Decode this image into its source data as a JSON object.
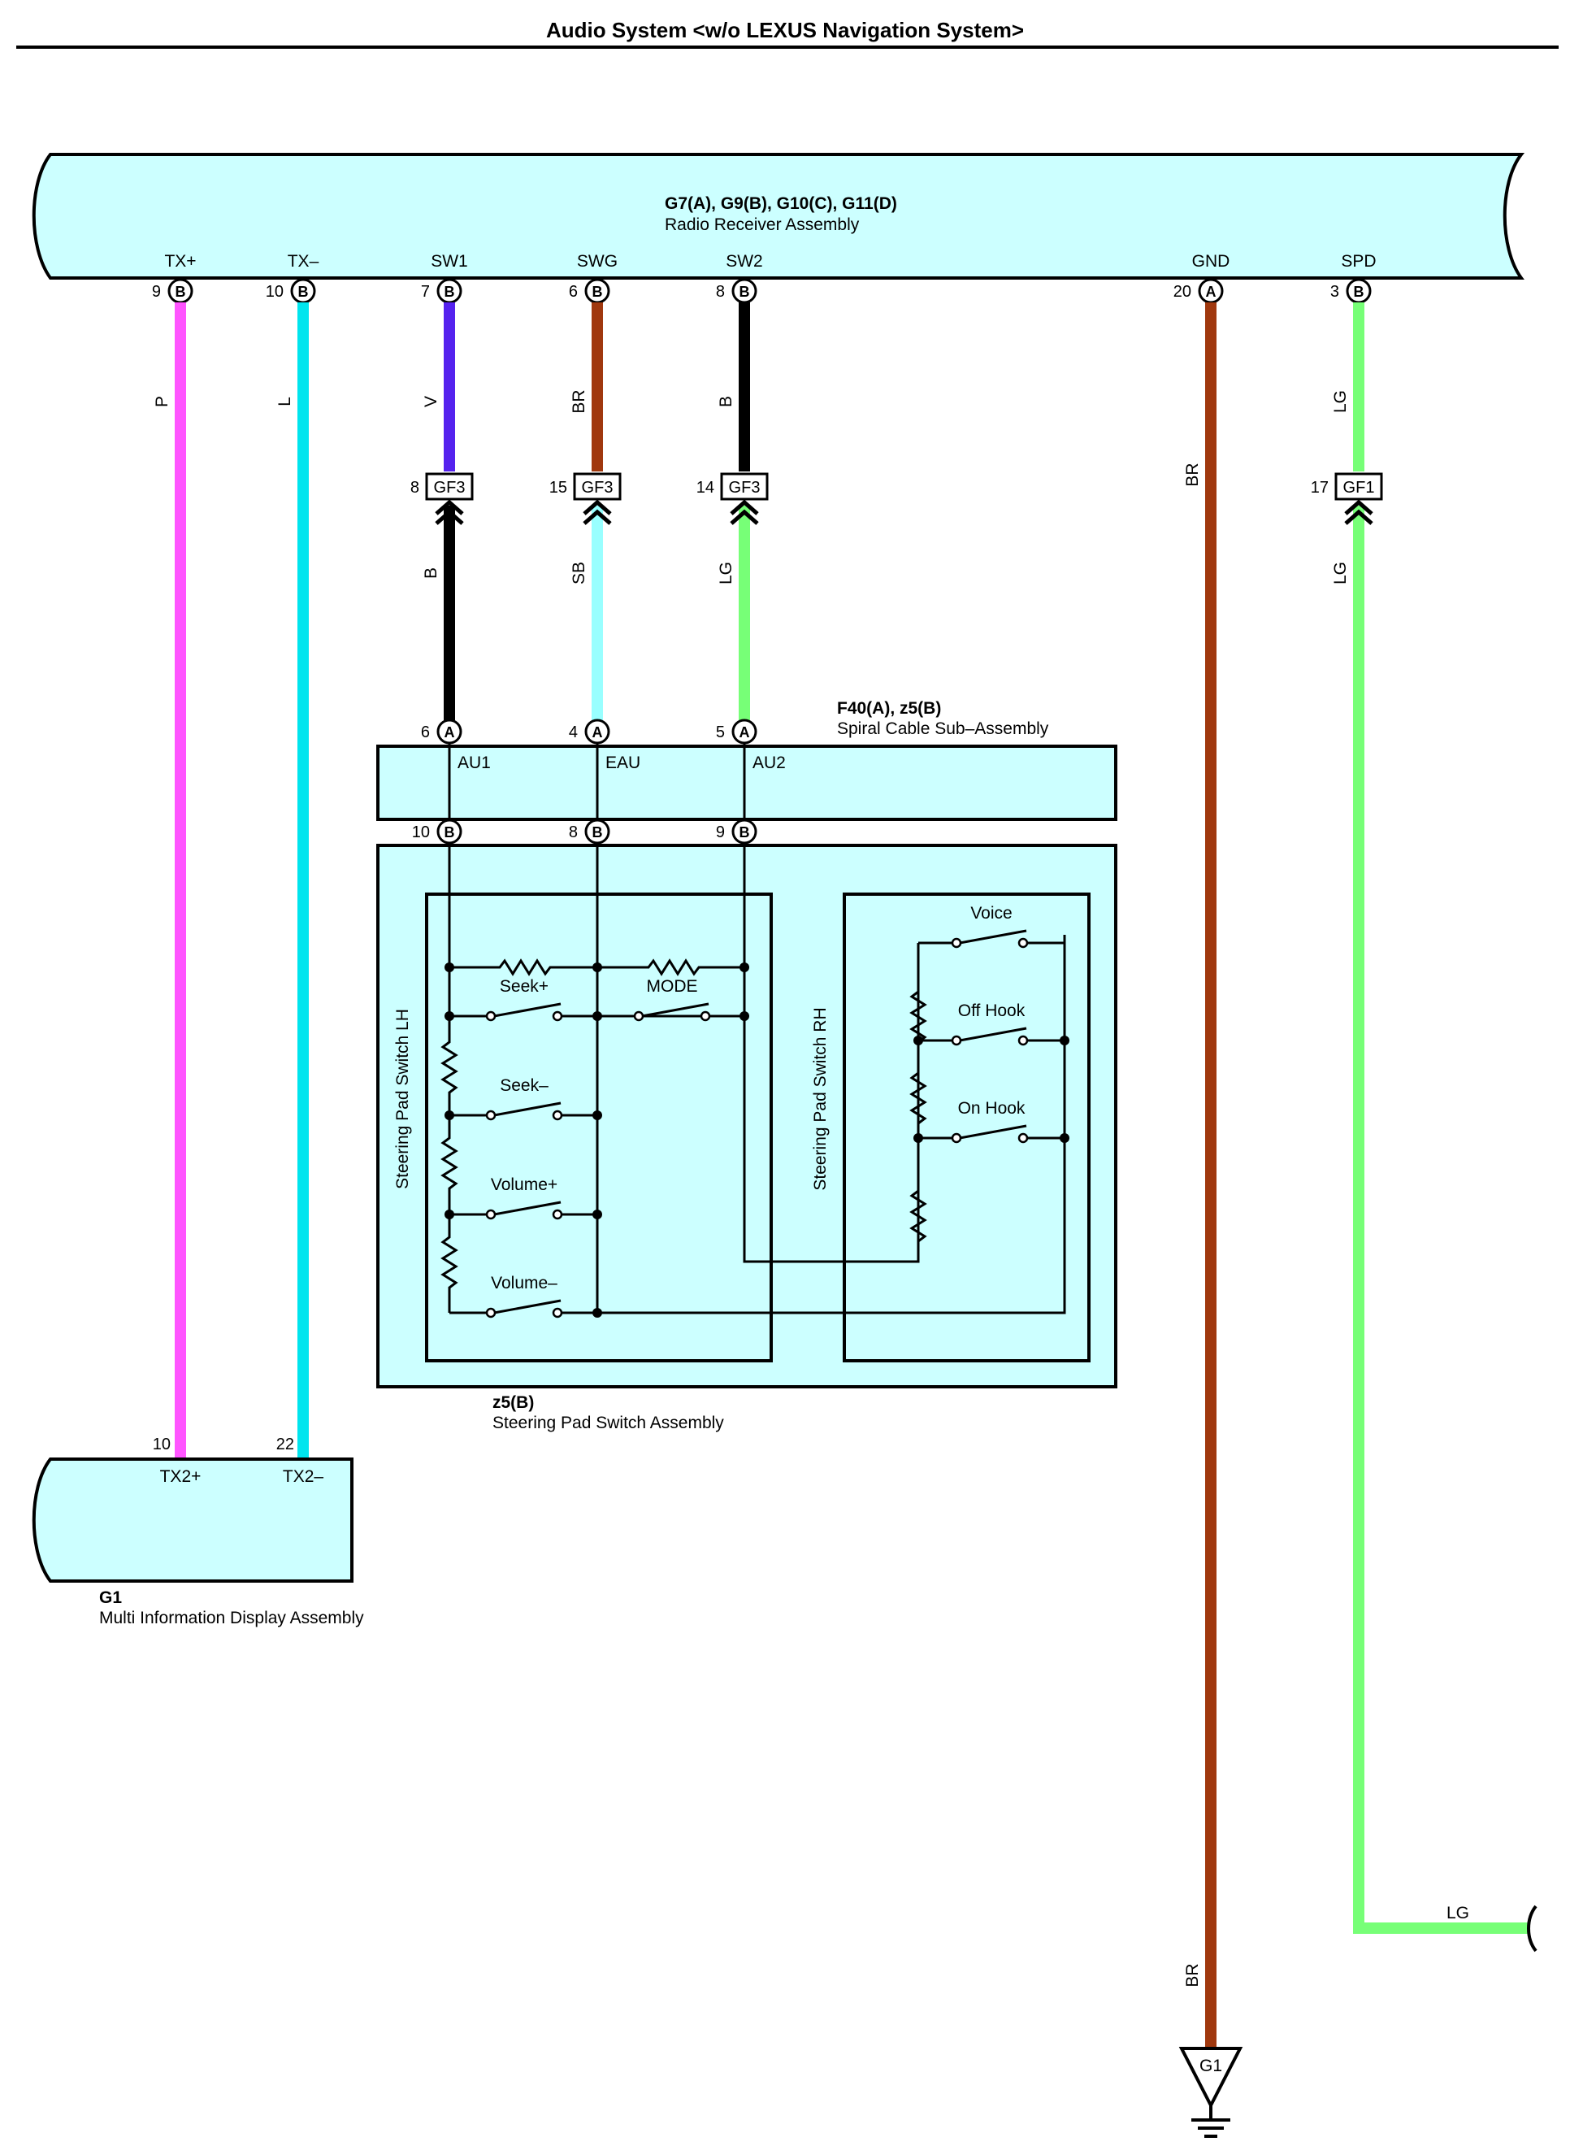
{
  "title": "Audio System <w/o LEXUS Navigation System>",
  "colors": {
    "component_fill": "#ccffff",
    "P": "#ff55ff",
    "L": "#00e5ee",
    "V": "#5522ee",
    "BR": "#a0380e",
    "B": "#000000",
    "SB": "#99ffff",
    "LG": "#77ff77"
  },
  "components": {
    "radio": {
      "connectors": "G7(A), G9(B), G10(C), G11(D)",
      "name": "Radio Receiver Assembly",
      "terminals": [
        {
          "id": "tx_plus",
          "label": "TX+",
          "pin": "9",
          "conn": "B"
        },
        {
          "id": "tx_minus",
          "label": "TX–",
          "pin": "10",
          "conn": "B"
        },
        {
          "id": "sw1",
          "label": "SW1",
          "pin": "7",
          "conn": "B"
        },
        {
          "id": "swg",
          "label": "SWG",
          "pin": "6",
          "conn": "B"
        },
        {
          "id": "sw2",
          "label": "SW2",
          "pin": "8",
          "conn": "B"
        },
        {
          "id": "gnd",
          "label": "GND",
          "pin": "20",
          "conn": "A"
        },
        {
          "id": "spd",
          "label": "SPD",
          "pin": "3",
          "conn": "B"
        }
      ]
    },
    "spiral": {
      "connectors": "F40(A), z5(B)",
      "name": "Spiral Cable Sub–Assembly",
      "terminals": [
        {
          "label": "AU1",
          "top_pin": "6",
          "top_conn": "A",
          "bottom_pin": "10",
          "bottom_conn": "B"
        },
        {
          "label": "EAU",
          "top_pin": "4",
          "top_conn": "A",
          "bottom_pin": "8",
          "bottom_conn": "B"
        },
        {
          "label": "AU2",
          "top_pin": "5",
          "top_conn": "A",
          "bottom_pin": "9",
          "bottom_conn": "B"
        }
      ]
    },
    "steering": {
      "connectors": "z5(B)",
      "name": "Steering Pad Switch Assembly",
      "lh_label": "Steering Pad Switch LH",
      "rh_label": "Steering Pad Switch RH",
      "switches_lh": [
        "Seek+",
        "MODE",
        "Seek–",
        "Volume+",
        "Volume–"
      ],
      "switches_rh": [
        "Voice",
        "Off Hook",
        "On Hook"
      ]
    },
    "mid": {
      "connectors": "G1",
      "name": "Multi Information Display Assembly",
      "terminals": [
        {
          "label": "TX2+",
          "pin": "10"
        },
        {
          "label": "TX2–",
          "pin": "22"
        }
      ]
    }
  },
  "wires": {
    "tx_plus": {
      "color": "P"
    },
    "tx_minus": {
      "color": "L"
    },
    "sw1_upper": {
      "color": "V"
    },
    "sw1_lower": {
      "color": "B"
    },
    "swg_upper": {
      "color": "BR"
    },
    "swg_lower": {
      "color": "SB"
    },
    "sw2_upper": {
      "color": "B"
    },
    "sw2_lower": {
      "color": "LG"
    },
    "gnd": {
      "color": "BR"
    },
    "gnd_lower": {
      "color": "BR"
    },
    "spd_upper": {
      "color": "LG"
    },
    "spd_lower": {
      "color": "LG"
    },
    "spd_horizontal": {
      "color": "LG"
    }
  },
  "junctions": [
    {
      "id": "gf3_a",
      "label": "GF3",
      "pin": "8"
    },
    {
      "id": "gf3_b",
      "label": "GF3",
      "pin": "15"
    },
    {
      "id": "gf3_c",
      "label": "GF3",
      "pin": "14"
    },
    {
      "id": "gf1",
      "label": "GF1",
      "pin": "17"
    }
  ],
  "ground": {
    "label": "G1"
  }
}
